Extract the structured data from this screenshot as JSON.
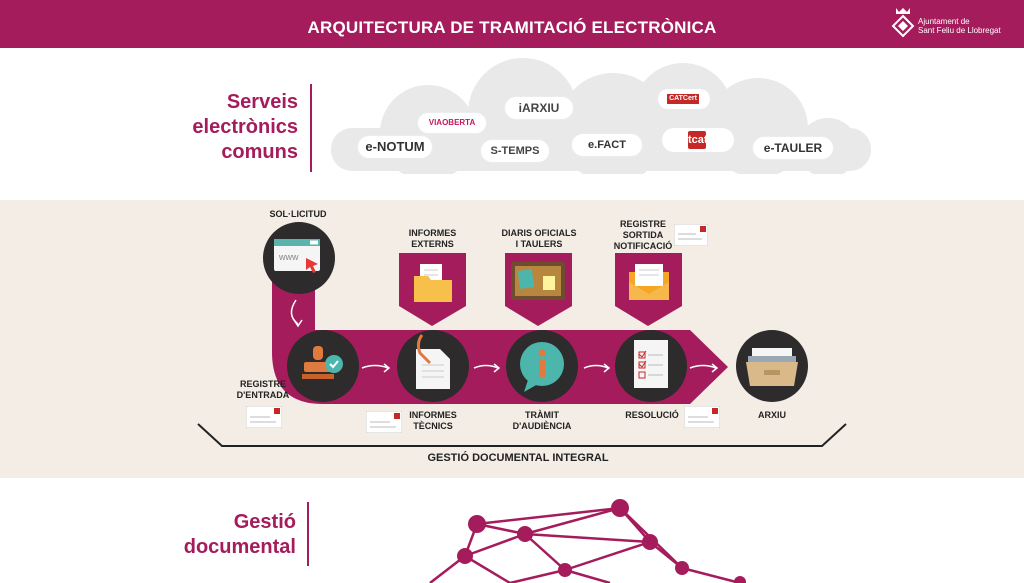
{
  "header": {
    "title": "ARQUITECTURA DE TRAMITACIÓ ELECTRÒNICA",
    "logo_line1": "Ajuntament de",
    "logo_line2": "Sant Feliu de Llobregat"
  },
  "services": {
    "title_line1": "Serveis",
    "title_line2": "electrònics",
    "title_line3": "comuns",
    "items": [
      "VIAOBERTA",
      "iARXIU",
      "CATCert",
      "e-NOTUM",
      "S-TEMPS",
      "e.FACT",
      "tcat",
      "e-TAULER"
    ]
  },
  "process": {
    "sollicitud": "SOL·LICITUD",
    "informes_externs": [
      "INFORMES",
      "EXTERNS"
    ],
    "diaris": [
      "DIARIS OFICIALS",
      "I TAULERS"
    ],
    "registre_sortida": [
      "REGISTRE",
      "SORTIDA",
      "NOTIFICACIÓ"
    ],
    "registre_entrada": [
      "REGISTRE",
      "D'ENTRADA"
    ],
    "informes_tecnics": [
      "INFORMES",
      "TÈCNICS"
    ],
    "tramit": [
      "TRÀMIT",
      "D'AUDIÈNCIA"
    ],
    "resolucio": "RESOLUCIÓ",
    "arxiu": "ARXIU",
    "gestio_integral": "GESTIÓ DOCUMENTAL INTEGRAL",
    "browser_text": "www"
  },
  "gestio": {
    "title_line1": "Gestió",
    "title_line2": "documental"
  },
  "colors": {
    "brand": "#a51c5c",
    "dark": "#2d2b2b",
    "band": "#f3ede6",
    "cloud": "#e9e9e9"
  }
}
